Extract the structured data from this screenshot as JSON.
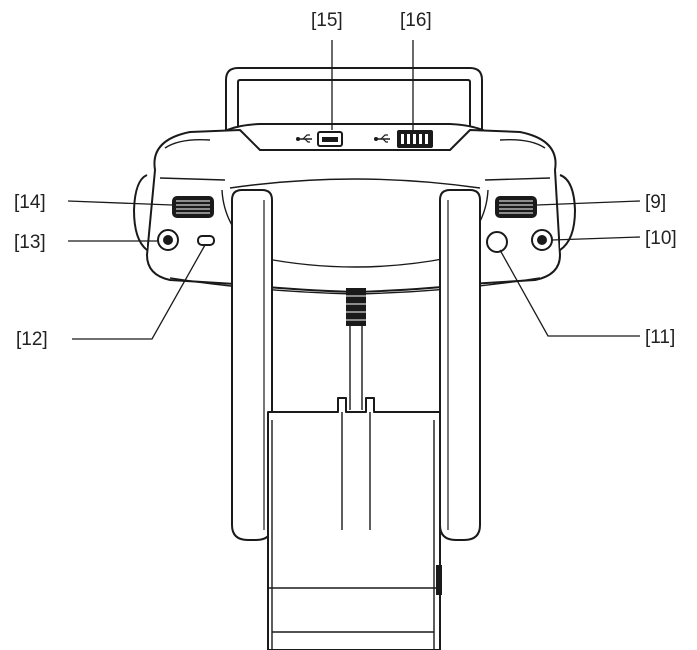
{
  "callouts": {
    "c15": "[15]",
    "c16": "[16]",
    "c14": "[14]",
    "c13": "[13]",
    "c12": "[12]",
    "c9": "[9]",
    "c10": "[10]",
    "c11": "[11]"
  },
  "icons": {
    "usb": "usb-icon",
    "usb2": "usb-icon"
  }
}
